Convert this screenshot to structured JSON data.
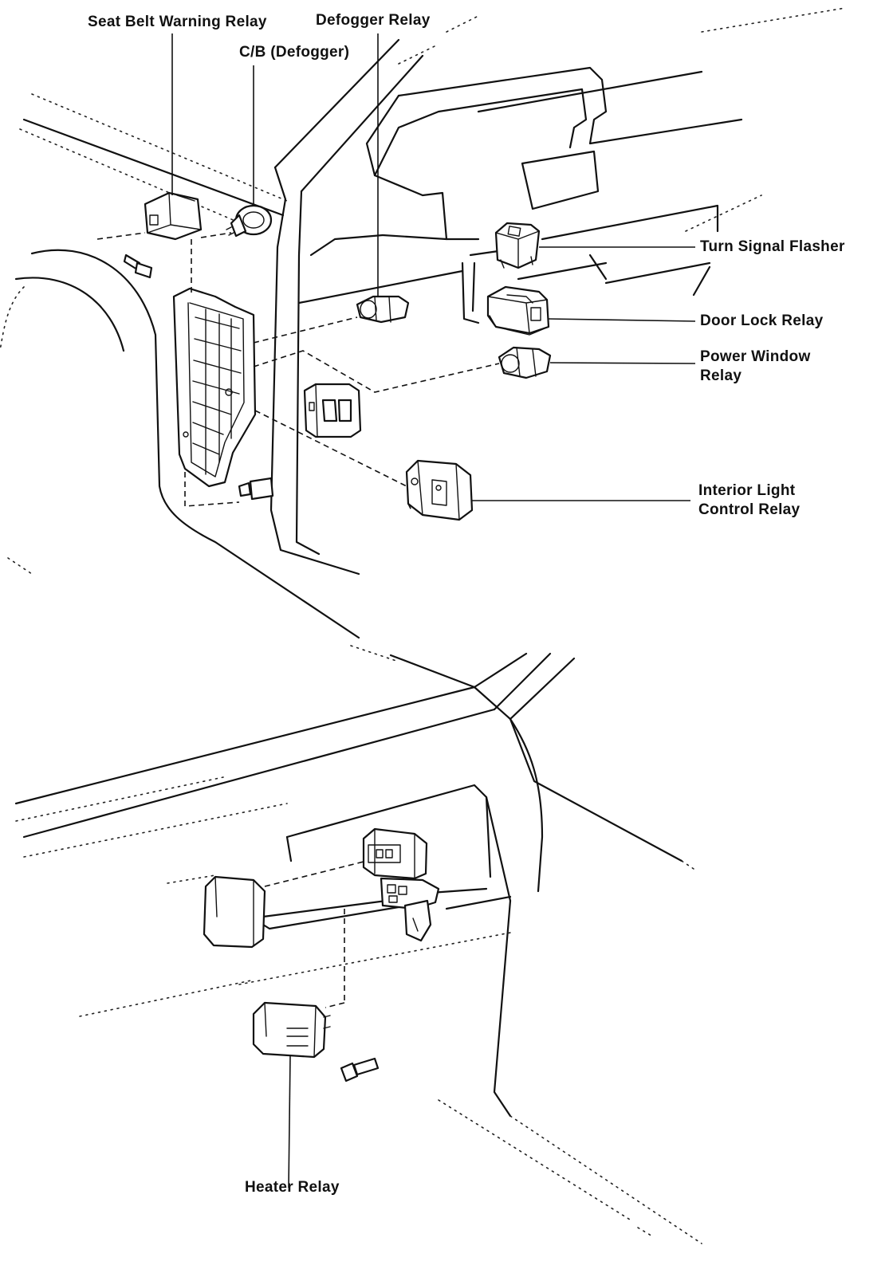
{
  "labels": {
    "seat_belt_warning_relay": "Seat Belt Warning Relay",
    "defogger_relay": "Defogger Relay",
    "cb_defogger": "C/B (Defogger)",
    "turn_signal_flasher": "Turn Signal Flasher",
    "door_lock_relay": "Door Lock Relay",
    "power_window_relay_line1": "Power Window",
    "power_window_relay_line2": "Relay",
    "interior_light_control_relay_line1": "Interior Light",
    "interior_light_control_relay_line2": "Control Relay",
    "heater_relay": "Heater Relay"
  }
}
